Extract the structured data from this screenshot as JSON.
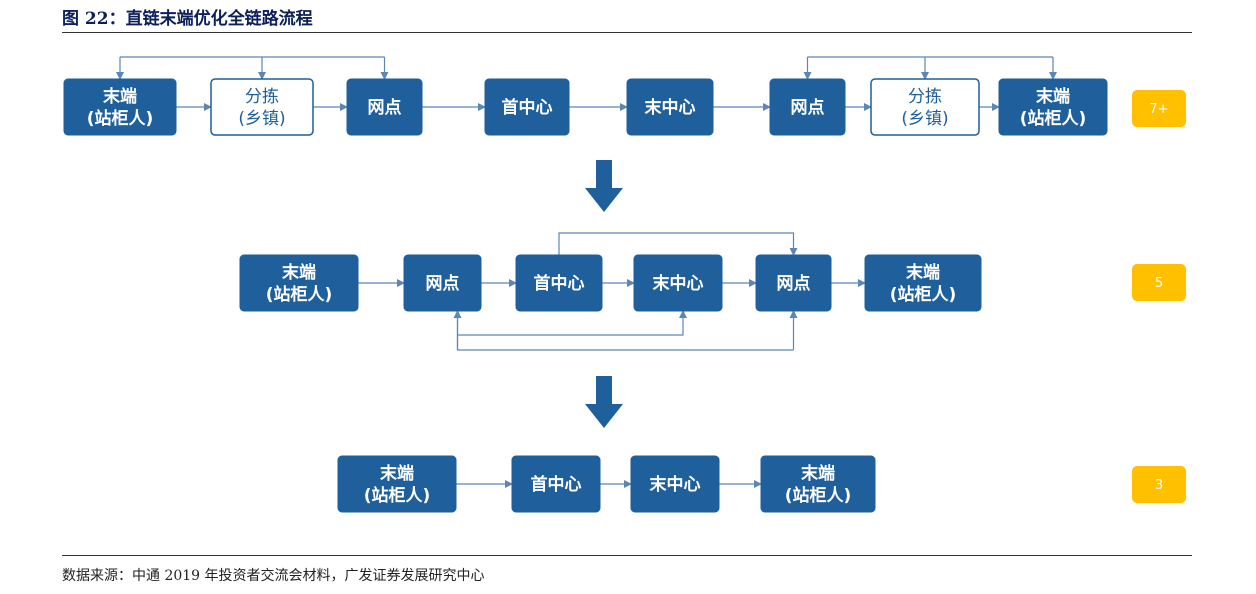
{
  "figure": {
    "label": "图 22",
    "title": "直链末端优化全链路流程"
  },
  "colors": {
    "node_fill": "#1f5f9c",
    "node_outline": "#1f5f9c",
    "connector": "#5b86b8",
    "big_arrow": "#1f5f9c",
    "badge": "#ffc000",
    "title_text": "#0b1f5b"
  },
  "labels": {
    "terminal_line1": "末端",
    "terminal_line2": "(站柜人)",
    "sort_line1": "分拣",
    "sort_line2": "(乡镇)",
    "outlet": "网点",
    "origin_center": "首中心",
    "terminal_center": "末中心"
  },
  "rows": [
    {
      "badge": "7+",
      "nodes": [
        {
          "id": "r1-terminal-a",
          "style": "filled",
          "lines": [
            "末端",
            "(站柜人)"
          ]
        },
        {
          "id": "r1-sort-a",
          "style": "outline",
          "lines": [
            "分拣",
            "(乡镇)"
          ]
        },
        {
          "id": "r1-outlet-a",
          "style": "filled",
          "lines": [
            "网点"
          ]
        },
        {
          "id": "r1-origin-center",
          "style": "filled",
          "lines": [
            "首中心"
          ]
        },
        {
          "id": "r1-terminal-center",
          "style": "filled",
          "lines": [
            "末中心"
          ]
        },
        {
          "id": "r1-outlet-b",
          "style": "filled",
          "lines": [
            "网点"
          ]
        },
        {
          "id": "r1-sort-b",
          "style": "outline",
          "lines": [
            "分拣",
            "(乡镇)"
          ]
        },
        {
          "id": "r1-terminal-b",
          "style": "filled",
          "lines": [
            "末端",
            "(站柜人)"
          ]
        }
      ]
    },
    {
      "badge": "5",
      "nodes": [
        {
          "id": "r2-terminal-a",
          "style": "filled",
          "lines": [
            "末端",
            "(站柜人)"
          ]
        },
        {
          "id": "r2-outlet-a",
          "style": "filled",
          "lines": [
            "网点"
          ]
        },
        {
          "id": "r2-origin-center",
          "style": "filled",
          "lines": [
            "首中心"
          ]
        },
        {
          "id": "r2-terminal-center",
          "style": "filled",
          "lines": [
            "末中心"
          ]
        },
        {
          "id": "r2-outlet-b",
          "style": "filled",
          "lines": [
            "网点"
          ]
        },
        {
          "id": "r2-terminal-b",
          "style": "filled",
          "lines": [
            "末端",
            "(站柜人)"
          ]
        }
      ]
    },
    {
      "badge": "3",
      "nodes": [
        {
          "id": "r3-terminal-a",
          "style": "filled",
          "lines": [
            "末端",
            "(站柜人)"
          ]
        },
        {
          "id": "r3-origin-center",
          "style": "filled",
          "lines": [
            "首中心"
          ]
        },
        {
          "id": "r3-terminal-center",
          "style": "filled",
          "lines": [
            "末中心"
          ]
        },
        {
          "id": "r3-terminal-b",
          "style": "filled",
          "lines": [
            "末端",
            "(站柜人)"
          ]
        }
      ]
    }
  ],
  "source": "数据来源：中通 2019 年投资者交流会材料，广发证券发展研究中心"
}
